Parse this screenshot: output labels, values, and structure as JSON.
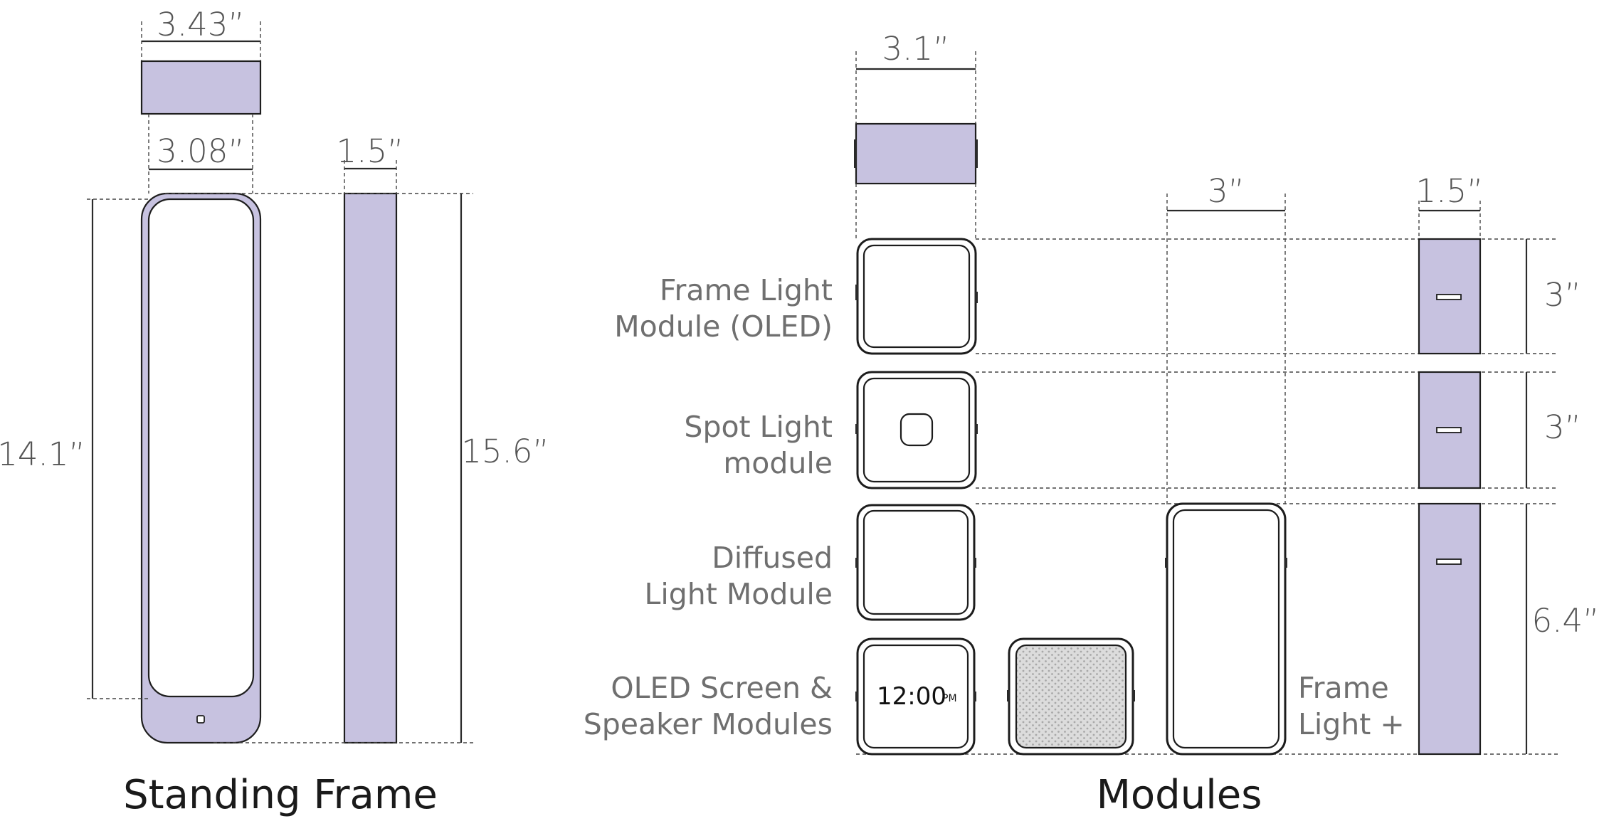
{
  "captions": {
    "standing_frame": "Standing Frame",
    "modules": "Modules"
  },
  "dimensions": {
    "frame_top_width": "3.43”",
    "frame_inner_width": "3.08”",
    "frame_side_depth": "1.5”",
    "frame_inner_height": "14.1”",
    "frame_total_height": "15.6”",
    "module_top_width": "3.1”",
    "frame_light_plus_width": "3”",
    "module_side_depth": "1.5”",
    "frame_light_module_height": "3”",
    "spot_light_module_height": "3”",
    "frame_light_plus_height": "6.4”"
  },
  "module_labels": {
    "frame_light": [
      "Frame Light",
      "Module (OLED)"
    ],
    "spot_light": [
      "Spot Light",
      "module"
    ],
    "diffused_light": [
      "Diffused",
      "Light Module"
    ],
    "oled_speaker": [
      "OLED Screen &",
      "Speaker Modules"
    ],
    "frame_light_plus": [
      "Frame",
      "Light +"
    ]
  },
  "clock": {
    "time": "12:00",
    "meridiem": "PM"
  },
  "colors": {
    "accent_purple": "#c7c2e0",
    "outline": "#1c1c1c",
    "dimension_text": "#555555",
    "label_text": "#6f6f6f"
  }
}
